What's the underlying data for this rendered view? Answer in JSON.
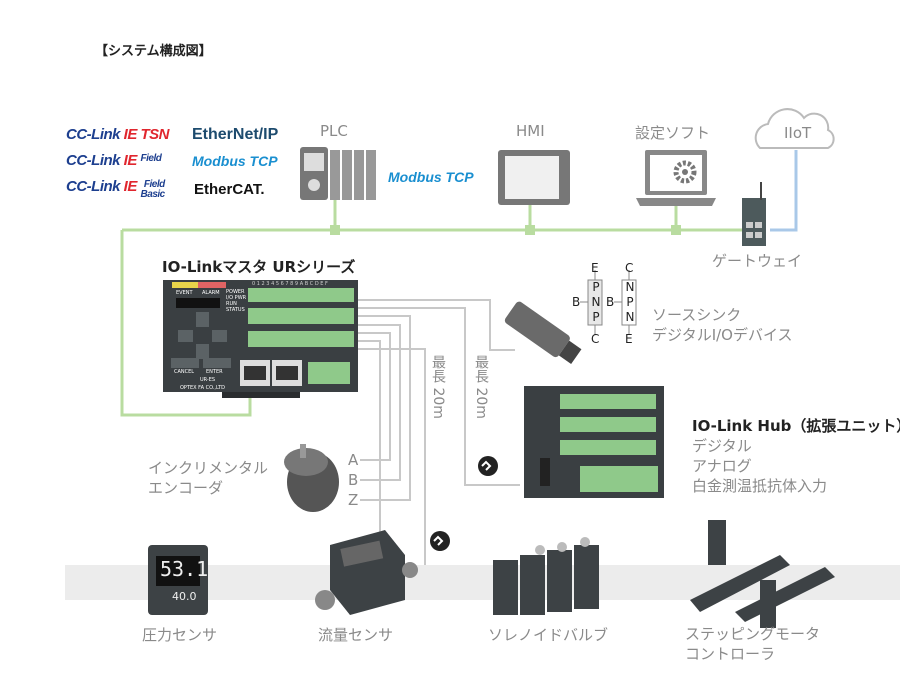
{
  "title": "【システム構成図】",
  "logos": {
    "cc_tsn_a": "CC-Link",
    "cc_tsn_b": "IE TSN",
    "cc_field_a": "CC-Link",
    "cc_field_b": "IE",
    "cc_field_c": "Field",
    "cc_basic_a": "CC-Link",
    "cc_basic_b": "IE",
    "cc_basic_c": "Field",
    "cc_basic_d": "Basic",
    "ethernet_ip": "EtherNet/IP",
    "modbus": "Modbus TCP",
    "ethercat": "EtherCAT."
  },
  "network": {
    "plc": "PLC",
    "hmi": "HMI",
    "software": "設定ソフト",
    "iiot": "IIoT",
    "gateway": "ゲートウェイ",
    "modbus_label": "Modbus TCP"
  },
  "master": {
    "title": "IO-Linkマスタ URシリーズ",
    "model": "UR-ES",
    "maker": "OPTEX FA CO.,LTD",
    "cancel": "CANCEL",
    "enter": "ENTER",
    "event": "EVENT",
    "alarm": "ALARM",
    "leds": [
      "POWER",
      "I/O PWR",
      "RUN",
      "STATUS"
    ],
    "ports": "0 1 2 3 4 5 6 7 8 9 A B C D E F"
  },
  "sensor": {
    "line1": "ソースシンク",
    "line2": "デジタルI/Oデバイス",
    "pnp": {
      "top": "E",
      "letters": [
        "P",
        "N",
        "P"
      ],
      "side": "B",
      "bottom": "C"
    },
    "npn": {
      "top": "C",
      "letters": [
        "N",
        "P",
        "N"
      ],
      "side": "B",
      "bottom": "E"
    }
  },
  "cable": {
    "len1": "最長 20m",
    "len2": "最長 20m"
  },
  "hub": {
    "title": "IO-Link Hub（拡張ユニット）",
    "items": [
      "デジタル",
      "アナログ",
      "白金測温抵抗体入力"
    ]
  },
  "encoder": {
    "line1": "インクリメンタル",
    "line2": "エンコーダ",
    "phases": [
      "A",
      "B",
      "Z"
    ]
  },
  "devices": {
    "pressure": "圧力センサ",
    "pressure_display": "53.1",
    "pressure_sub": "40.0",
    "flow": "流量センサ",
    "valve": "ソレノイドバルブ",
    "motor_line1": "ステッピングモータ",
    "motor_line2": "コントローラ"
  },
  "colors": {
    "network_line": "#b9dca0",
    "iiot_line": "#a9c8e8",
    "cable": "#c8c8c8",
    "band": "#ececec"
  }
}
